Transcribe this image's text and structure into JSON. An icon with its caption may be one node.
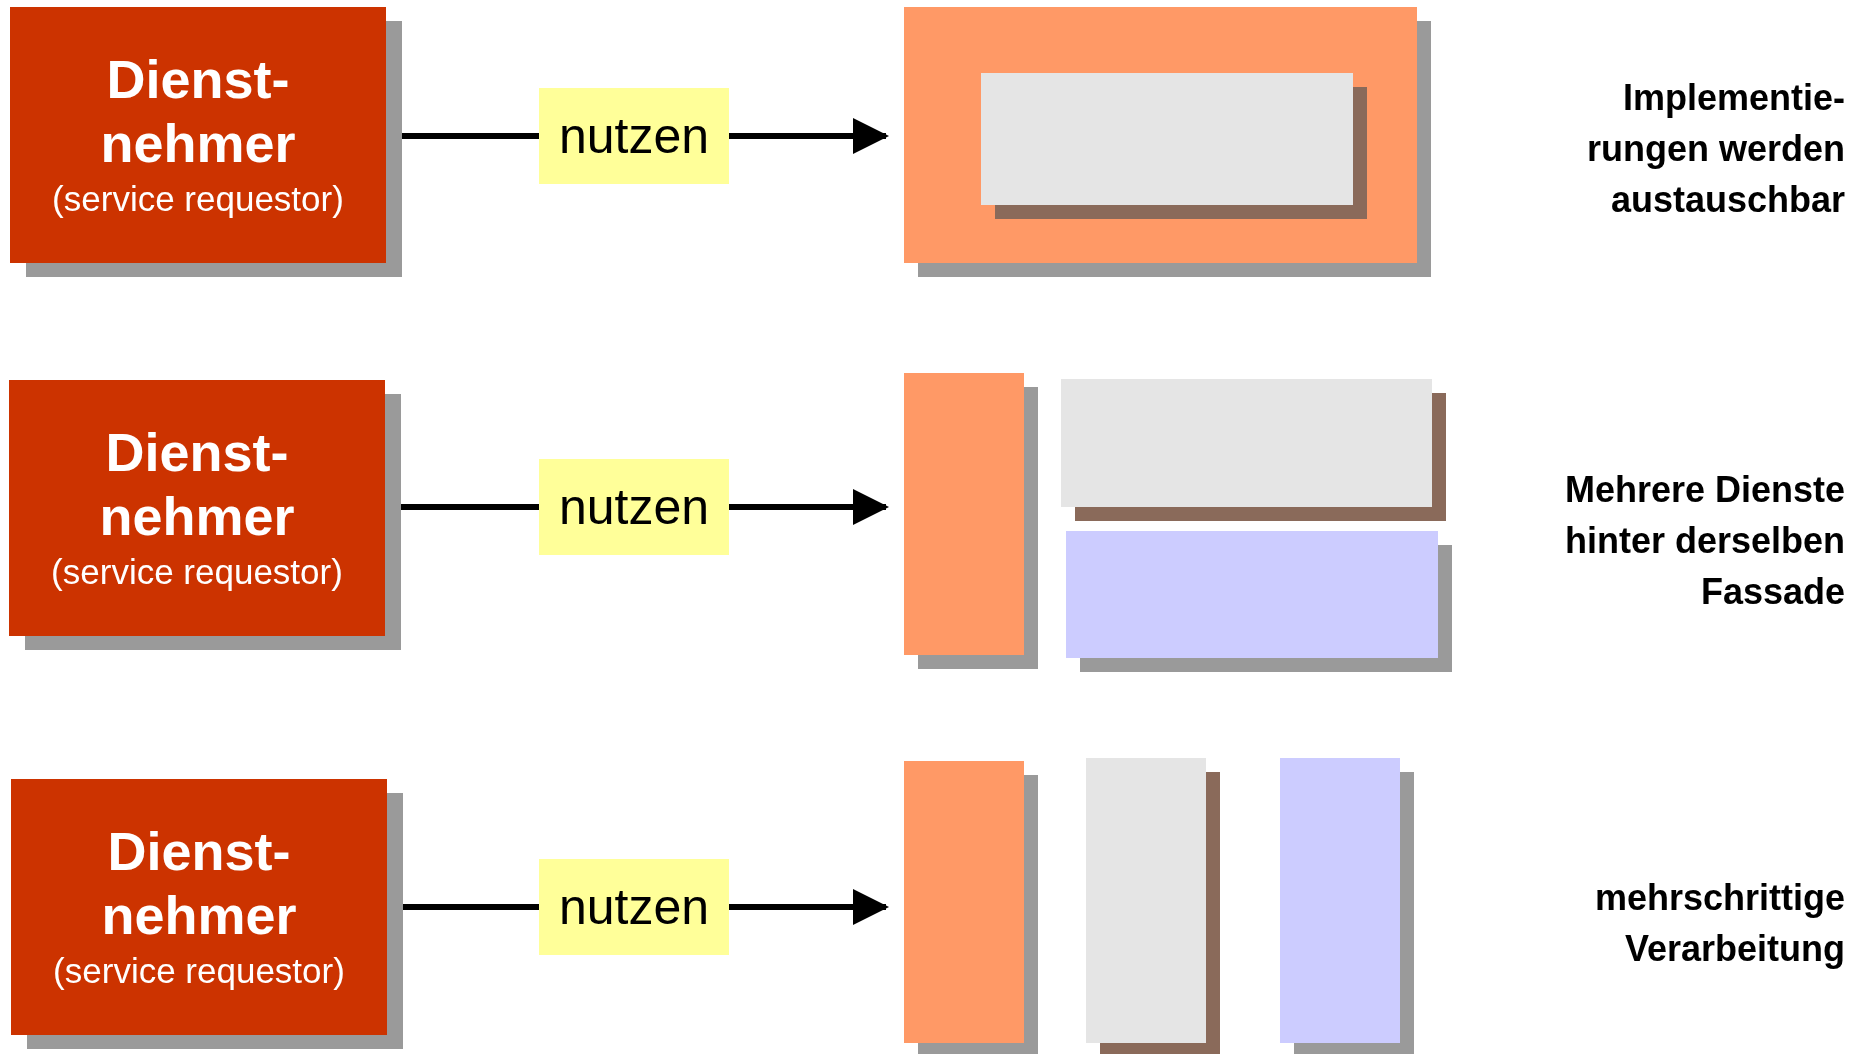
{
  "diagram": {
    "nodes": [
      {
        "text": [
          "Dienst- nehmer",
          "(service requestor)"
        ]
      },
      {
        "text": [],
        "shape": "box"
      },
      {
        "text": [],
        "shape": "box",
        "in": 1
      },
      {
        "text": [
          "Dienst- nehmer",
          "(service requestor)"
        ]
      },
      {
        "text": [],
        "shape": "box"
      },
      {
        "text": [],
        "shape": "box"
      },
      {
        "text": [],
        "shape": "box"
      },
      {
        "text": [
          "Dienst- nehmer",
          "(service requestor)"
        ]
      },
      {
        "text": [],
        "shape": "box"
      },
      {
        "text": [],
        "shape": "box"
      },
      {
        "text": [],
        "shape": "box"
      }
    ],
    "edges": [
      {
        "from": 0,
        "to": 1,
        "arrow": "to",
        "label": "nutzen"
      },
      {
        "from": 3,
        "to": 4,
        "arrow": "to",
        "label": "nutzen"
      },
      {
        "from": 7,
        "to": 8,
        "arrow": "to",
        "label": "nutzen"
      }
    ],
    "labels": [
      "Implementie- rungen werden austauschbar",
      "Mehrere Dienste hinter derselben Fassade",
      "mehrschrittige Verarbeitung"
    ]
  }
}
